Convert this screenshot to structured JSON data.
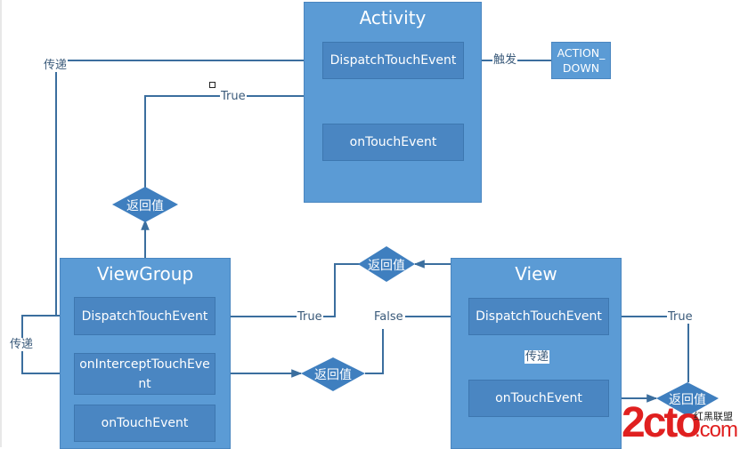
{
  "colors": {
    "container": "#5b9bd5",
    "inner_box": "#4a86c2",
    "line": "#3b6e9e",
    "watermark_red": "#e02020"
  },
  "trigger": {
    "label_line1": "ACTION_",
    "label_line2": "DOWN"
  },
  "activity": {
    "title": "Activity",
    "dispatch": "DispatchTouchEvent",
    "on_touch": "onTouchEvent"
  },
  "viewgroup": {
    "title": "ViewGroup",
    "dispatch": "DispatchTouchEvent",
    "intercept_line1": "onInterceptTouchEve",
    "intercept_line2": "nt",
    "on_touch": "onTouchEvent"
  },
  "view": {
    "title": "View",
    "dispatch": "DispatchTouchEvent",
    "on_touch": "onTouchEvent"
  },
  "labels": {
    "trigger_edge": "触发",
    "pass_top": "传递",
    "pass_left": "传递",
    "pass_view": "传递",
    "true_top": "True",
    "true_mid": "True",
    "false_mid": "False",
    "true_right": "True"
  },
  "decisions": {
    "return_value": "返回值"
  },
  "watermark": {
    "brand": "2cto",
    "sub": "红黑联盟",
    "tld": ".com"
  }
}
